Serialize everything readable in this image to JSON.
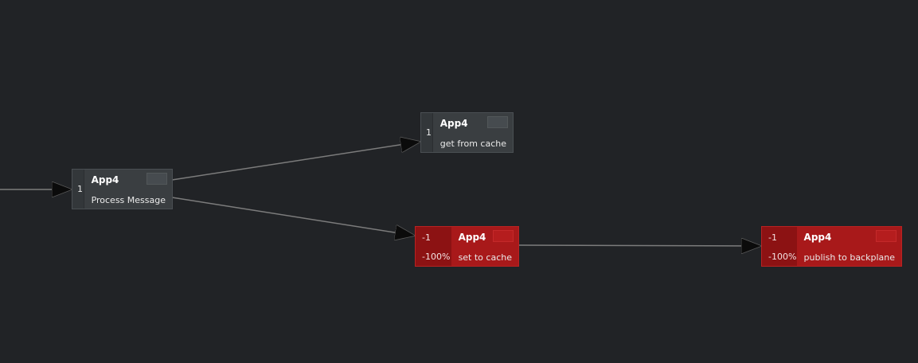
{
  "nodes": {
    "process_message": {
      "count": "1",
      "app": "App4",
      "label": "Process Message"
    },
    "get_from_cache": {
      "count": "1",
      "app": "App4",
      "label": "get from cache"
    },
    "set_to_cache": {
      "count": "-1",
      "percent": "-100%",
      "app": "App4",
      "label": "set to cache"
    },
    "publish_to_backplane": {
      "count": "-1",
      "percent": "-100%",
      "app": "App4",
      "label": "publish to backplane"
    }
  },
  "colors": {
    "background": "#212326",
    "node_default": "#3a3e41",
    "node_error": "#a8191a",
    "edge": "#7c7c7c",
    "arrowhead": "#0b0b0b"
  }
}
